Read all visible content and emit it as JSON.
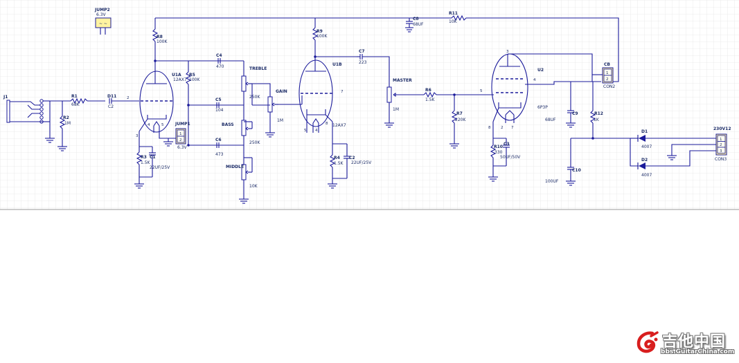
{
  "components": {
    "jump2": {
      "ref": "JUMP2",
      "value": "6.3V",
      "symbol": "~ ~"
    },
    "j1": {
      "ref": "J1"
    },
    "r1": {
      "ref": "R1",
      "value": "68K"
    },
    "r2": {
      "ref": "R2",
      "value": "1M"
    },
    "d11": {
      "ref": "D11",
      "value": "C2"
    },
    "u1a": {
      "ref": "U1A",
      "value": "12AX7"
    },
    "r8": {
      "ref": "R8",
      "value": "100K"
    },
    "r5": {
      "ref": "R5",
      "value": "100K"
    },
    "r3": {
      "ref": "R3",
      "value": "1.5K"
    },
    "c1": {
      "ref": "C1",
      "value": "22UF/25V"
    },
    "jump1": {
      "ref": "JUMP1",
      "value": "6.3V"
    },
    "c4": {
      "ref": "C4",
      "value": "470"
    },
    "c5": {
      "ref": "C5",
      "value": "104"
    },
    "c6": {
      "ref": "C6",
      "value": "473"
    },
    "treble": {
      "name": "TREBLE",
      "value": "250K"
    },
    "bass": {
      "name": "BASS",
      "value": "250K"
    },
    "middle": {
      "name": "MIDDLE",
      "value": "10K"
    },
    "gain": {
      "name": "GAIN",
      "value": "1M"
    },
    "u1b": {
      "ref": "U1B",
      "value": "12AX7"
    },
    "r9": {
      "ref": "R9",
      "value": "100K"
    },
    "r4": {
      "ref": "R4",
      "value": "1.5K"
    },
    "c2": {
      "ref": "C2",
      "value": "22UF/25V"
    },
    "c7": {
      "ref": "C7",
      "value": "223"
    },
    "master": {
      "name": "MASTER",
      "value": "1M"
    },
    "r6": {
      "ref": "R6",
      "value": "1.5K"
    },
    "r7": {
      "ref": "R7",
      "value": "220K"
    },
    "u2": {
      "ref": "U2",
      "value": "6P3P"
    },
    "r10": {
      "ref": "R10",
      "value": "330"
    },
    "c3": {
      "ref": "C3",
      "value": "50UF/50V"
    },
    "c8": {
      "ref": "C8",
      "value": "68UF"
    },
    "r11": {
      "ref": "R11",
      "value": "10K"
    },
    "cb": {
      "ref": "CB",
      "value": "CON2"
    },
    "c9": {
      "ref": "C9",
      "value": "68UF"
    },
    "r12": {
      "ref": "R12",
      "value": "1K"
    },
    "c10": {
      "ref": "C10",
      "value": "100UF"
    },
    "d1": {
      "ref": "D1",
      "value": "4007"
    },
    "d2": {
      "ref": "D2",
      "value": "4007"
    },
    "trans": {
      "ref": "230V12",
      "value": "CON3"
    }
  },
  "pins": {
    "u1a_grid": "2",
    "u1a_k1": "3",
    "u1a_h1": "4",
    "u1a_h2": "5",
    "u1b_grid": "7",
    "u1b_k1": "5",
    "u1b_k2": "4",
    "u1b_k3": "8",
    "u2_plate": "4",
    "u2_grid": "5",
    "u2_top": "3",
    "u2_k": "8",
    "u2_h": "2",
    "u2_h2": "7",
    "cb_1": "1",
    "cb_2": "2",
    "jump1_1": "1",
    "jump1_2": "2",
    "t_1": "1",
    "t_2": "2",
    "t_3": "3"
  },
  "logo": {
    "title": "吉他中国",
    "url": "bbs.GuitarChina.com"
  },
  "colors": {
    "wire": "#1a1a9a",
    "grid": "#dcdcdc",
    "connector": "#fff3a0",
    "logo_red": "#d81e1e"
  }
}
